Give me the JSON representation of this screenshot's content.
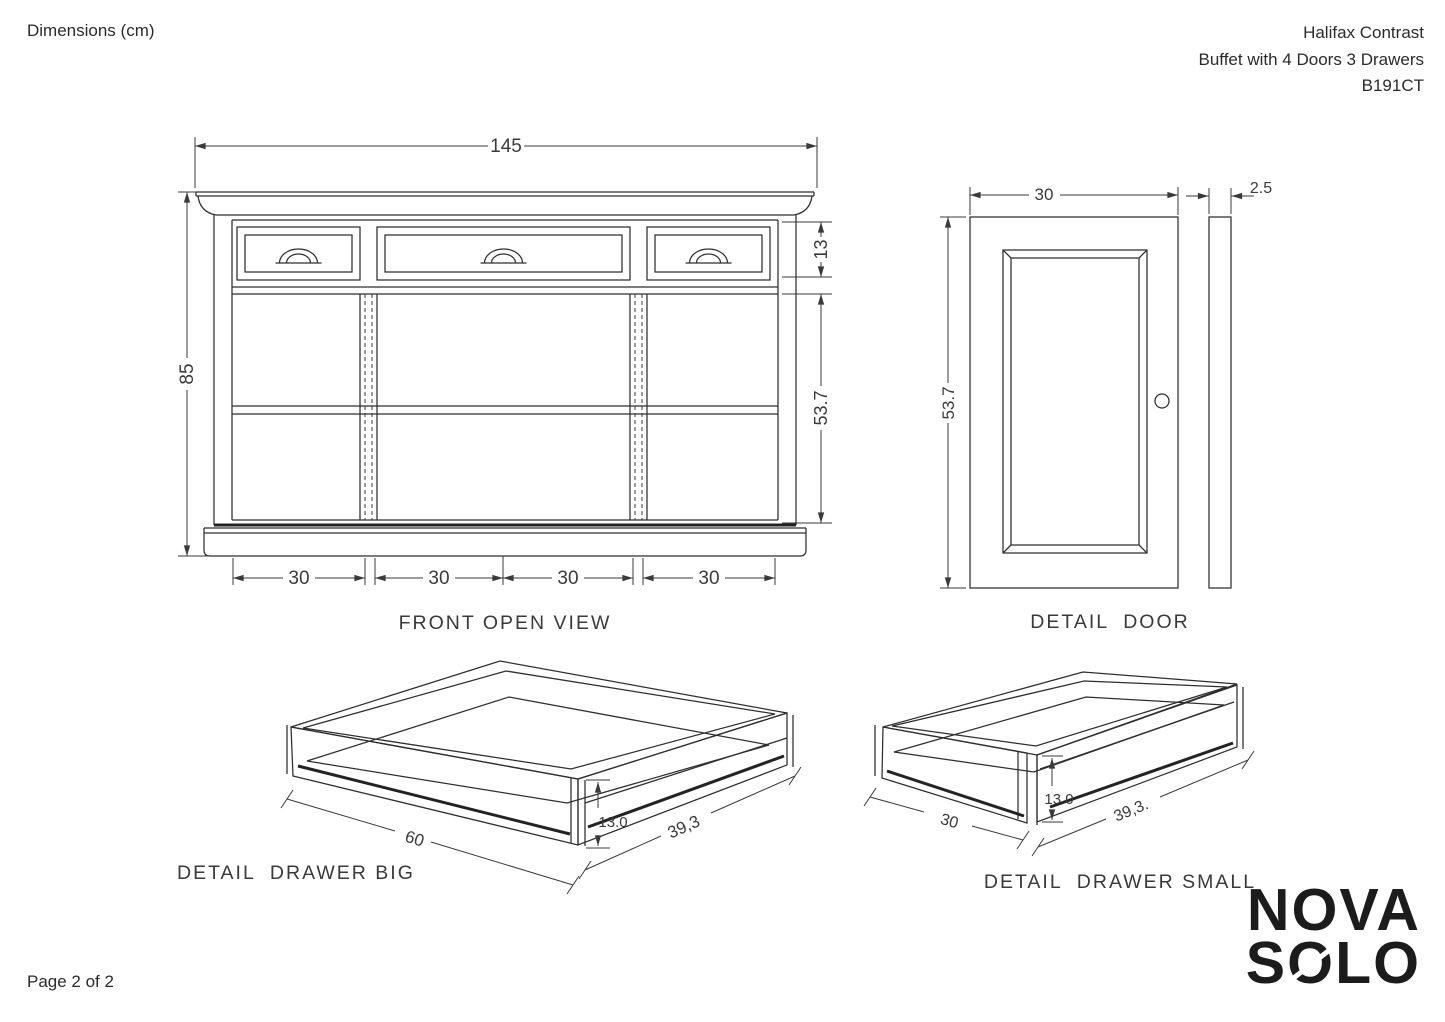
{
  "header": {
    "left_title": "Dimensions (cm)",
    "product_line1": "Halifax Contrast",
    "product_line2": "Buffet with 4 Doors 3 Drawers",
    "product_code": "B191CT"
  },
  "front_view": {
    "label": "FRONT OPEN VIEW",
    "dim_width": "145",
    "dim_height": "85",
    "dim_drawer_height": "13",
    "dim_door_height": "53.7",
    "dim_sections": [
      "30",
      "30",
      "30",
      "30"
    ]
  },
  "door_detail": {
    "label": "DETAIL  DOOR",
    "dim_width": "30",
    "dim_height": "53.7",
    "dim_thickness": "2.5"
  },
  "drawer_big": {
    "label": "DETAIL  DRAWER BIG",
    "dim_width": "60",
    "dim_height": "13.0",
    "dim_depth": "39,3"
  },
  "drawer_small": {
    "label": "DETAIL  DRAWER SMALL",
    "dim_width": "30",
    "dim_height": "13.0",
    "dim_depth": "39,3."
  },
  "footer": {
    "page": "Page 2 of 2"
  },
  "logo": {
    "line1": "NOVA",
    "line2_pre": "S",
    "line2_slashed": "O",
    "line2_post": "LO"
  },
  "colors": {
    "line": "#2e2e2e",
    "text": "#3a3a3a",
    "logo": "#1c1c1c",
    "background": "#ffffff"
  }
}
